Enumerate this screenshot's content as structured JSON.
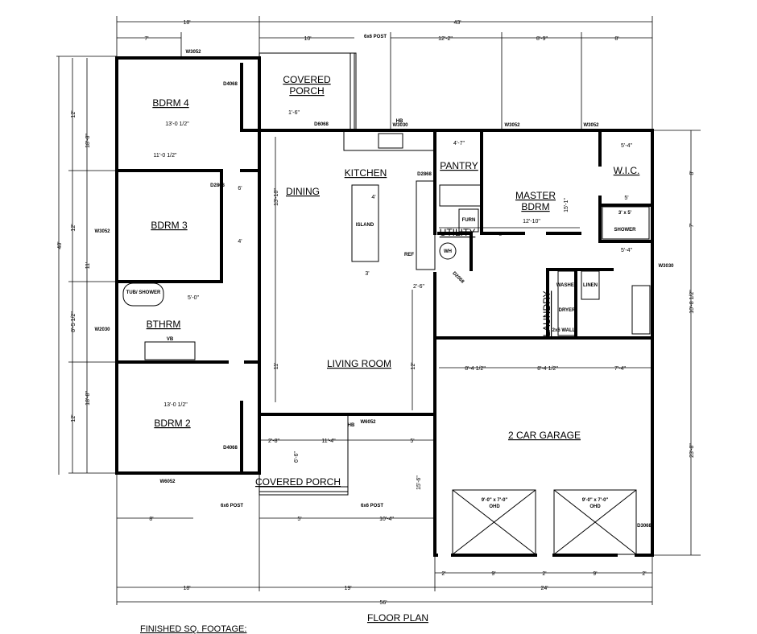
{
  "title": "FLOOR PLAN",
  "footer": "FINISHED SQ. FOOTAGE:",
  "rooms": {
    "bdrm4": "BDRM 4",
    "bdrm3": "BDRM 3",
    "bdrm2": "BDRM 2",
    "bthrm": "BTHRM",
    "covered_porch_top_1": "COVERED",
    "covered_porch_top_2": "PORCH",
    "covered_porch_bottom": "COVERED PORCH",
    "dining": "DINING",
    "kitchen": "KITCHEN",
    "pantry": "PANTRY",
    "utility": "UTILITY",
    "living": "LIVING ROOM",
    "master_1": "MASTER",
    "master_2": "BDRM",
    "wic": "W.I.C.",
    "laundry": "LAUNDRY",
    "garage": "2 CAR GARAGE"
  },
  "fixtures": {
    "island": "ISLAND",
    "ref": "REF",
    "wh": "WH",
    "furn": "FURN",
    "tub": "TUB/ SHOWER",
    "shower": "SHOWER",
    "shower_size": "3' x 5'",
    "washer": "WASHER",
    "dryer": "DRYER",
    "linen": "LINEN",
    "vb": "VB",
    "wall_2x6": "2x6 WALL",
    "hb": "HB",
    "post": "6x6 POST",
    "ohd_size": "9'-0\" x 7'-0\"",
    "ohd": "OHD"
  },
  "tags": {
    "w3052": "W3052",
    "w3030": "W3030",
    "w2030": "W2030",
    "w6052": "W6052",
    "d4068": "D4068",
    "d2868": "D2868",
    "d6068": "D6068",
    "d3068": "D3068",
    "d2068": "D2068"
  },
  "dims": {
    "top_18": "18'",
    "top_43": "43'",
    "top_7": "7'",
    "top_10": "10'",
    "top_12_2": "12'-2\"",
    "top_8_9": "8'-9\"",
    "top_8": "8'",
    "left_48": "48'",
    "left_12a": "12'",
    "left_18_8a": "18'-8\"",
    "left_12b": "12'",
    "left_11": "11'",
    "left_8_5": "8'-5 1/2\"",
    "left_18_8b": "18'-8\"",
    "left_12c": "12'",
    "b4_width": "13'-0 1/2\"",
    "b3_width": "11'-0 1/2\"",
    "b2_width": "13'-0 1/2\"",
    "one_6": "1'-6\"",
    "dining_h": "13'-10\"",
    "living_h": "11'",
    "six": "6'",
    "four": "4'",
    "three": "3'",
    "eight": "8'",
    "pantry_w": "4'-7\"",
    "wic_w": "5'-4\"",
    "wic_w2": "5'",
    "master_w": "12'-10\"",
    "master_h": "15'-1\"",
    "bath_w": "5'-4\"",
    "right_8": "8'",
    "right_7": "7'",
    "right_10_8": "10'-8 1/2\"",
    "right_23_8": "23'-8\"",
    "g1": "8'-4 1/2\"",
    "g2": "8'-4 1/2\"",
    "g3": "7'-4\"",
    "porch_2_8": "2'-8\"",
    "porch_11_4": "11'-4\"",
    "porch_5": "5'",
    "porch_6_6": "6'-6\"",
    "porch_15_6": "15'-6\"",
    "b_8": "8'",
    "b_5": "5'",
    "b_10_4": "10'-4\"",
    "bot_18": "18'",
    "bot_19": "19'",
    "bot_24": "24'",
    "bot_56": "56'",
    "gd_2": "2'",
    "gd_9": "9'",
    "tub_5": "5'-0\"",
    "ut_5": "5'",
    "half_2_6": "2'-6\""
  }
}
